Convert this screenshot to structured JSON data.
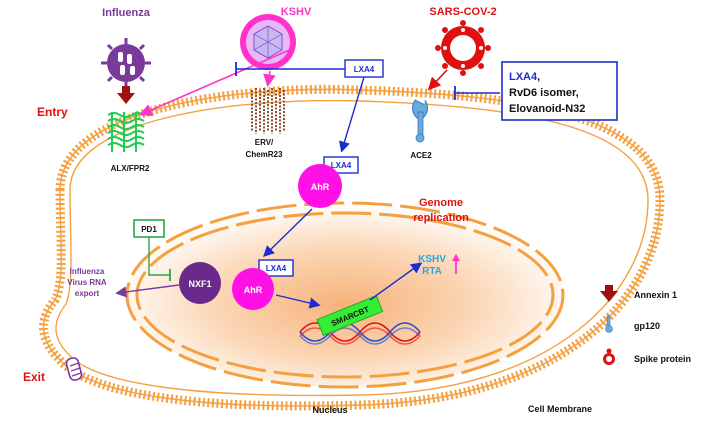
{
  "viruses": {
    "influenza": "Influenza",
    "kshv": "KSHV",
    "sars": "SARS-COV-2"
  },
  "process_labels": {
    "entry": "Entry",
    "exit": "Exit",
    "genome_replication_line1": "Genome",
    "genome_replication_line2": "replication"
  },
  "receptors": {
    "alx": "ALX/FPR2",
    "erv_line1": "ERV/",
    "erv_line2": "ChemR23",
    "ace2": "ACE2"
  },
  "boxes": {
    "lxa4_top": "LXA4",
    "sars_inhibitors_line1_a": "LXA4",
    "sars_inhibitors_line1_b": ",",
    "sars_inhibitors_line2": "RvD6 isomer,",
    "sars_inhibitors_line3": "Elovanoid-N32",
    "lxa4_cytoplasm": "LXA4",
    "lxa4_nucleus": "LXA4",
    "pd1": "PD1",
    "smarcb1": "SMARCBT"
  },
  "nodes": {
    "ahr_cytoplasm": "AhR",
    "ahr_nucleus": "AhR",
    "nxf1": "NXF1"
  },
  "texts": {
    "influenza_export_line1": "Influenza",
    "influenza_export_line2": "Virus RNA",
    "influenza_export_line3": "export",
    "kshv_rta_line1": "KSHV",
    "kshv_rta_line2": "RTA",
    "nucleus": "Nucleus",
    "cell_membrane": "Cell Membrane"
  },
  "legend": {
    "annexin": "Annexin 1",
    "gp120": "gp120",
    "spike": "Spike protein"
  },
  "colors": {
    "membrane": "#f5a040",
    "nucleus_fill": "#f9c89a",
    "influenza": "#7a3a9c",
    "kshv": "#ff33cc",
    "sars": "#e01010",
    "inhibitor_blue": "#1a2ecf",
    "pd1_green": "#2aa84a",
    "ahr": "#ff10e6",
    "nxf1": "#6a2a8c",
    "kshv_rta": "#2aa6e0",
    "alx_green": "#22cc55"
  }
}
